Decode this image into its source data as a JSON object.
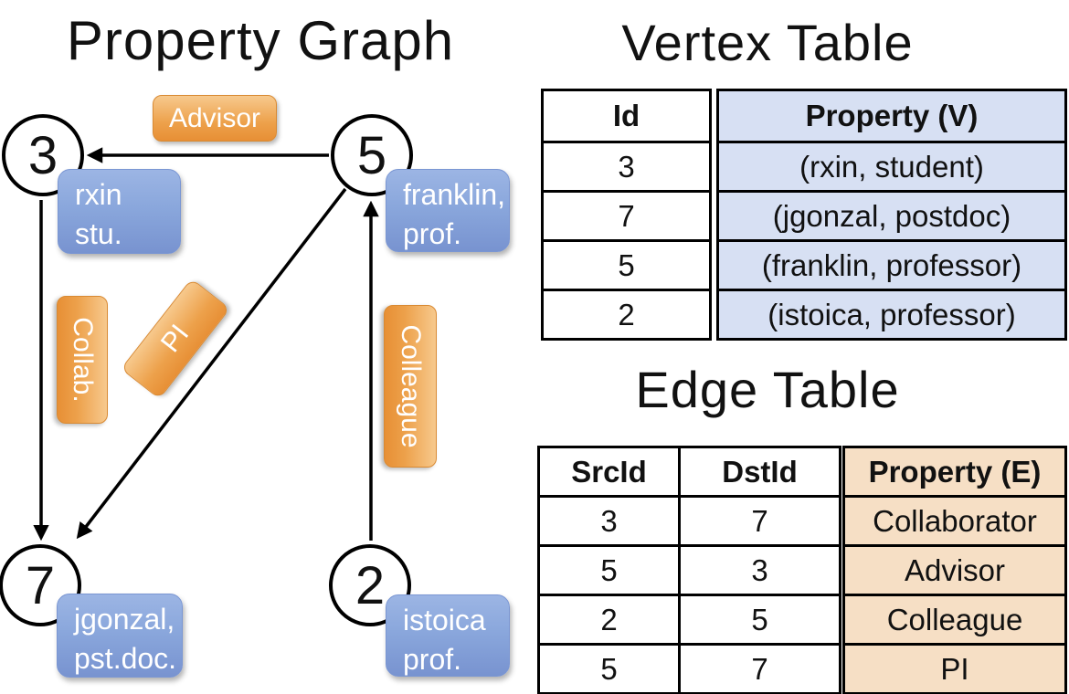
{
  "titles": {
    "graph": "Property Graph",
    "vertex_table": "Vertex Table",
    "edge_table": "Edge Table"
  },
  "graph": {
    "nodes": [
      {
        "id": "3",
        "property": {
          "line1": "rxin",
          "line2": "stu."
        }
      },
      {
        "id": "5",
        "property": {
          "line1": "franklin,",
          "line2": "prof."
        }
      },
      {
        "id": "7",
        "property": {
          "line1": "jgonzal,",
          "line2": "pst.doc."
        }
      },
      {
        "id": "2",
        "property": {
          "line1": "istoica",
          "line2": "prof."
        }
      }
    ],
    "edge_labels": {
      "advisor": "Advisor",
      "collab": "Collab.",
      "pi": "PI",
      "colleague": "Colleague"
    }
  },
  "vertex_table": {
    "columns": {
      "id": "Id",
      "property": "Property (V)"
    },
    "rows": [
      {
        "id": "3",
        "property": "(rxin, student)"
      },
      {
        "id": "7",
        "property": "(jgonzal, postdoc)"
      },
      {
        "id": "5",
        "property": "(franklin, professor)"
      },
      {
        "id": "2",
        "property": "(istoica, professor)"
      }
    ]
  },
  "edge_table": {
    "columns": {
      "src": "SrcId",
      "dst": "DstId",
      "property": "Property (E)"
    },
    "rows": [
      {
        "src": "3",
        "dst": "7",
        "property": "Collaborator"
      },
      {
        "src": "5",
        "dst": "3",
        "property": "Advisor"
      },
      {
        "src": "2",
        "dst": "5",
        "property": "Colleague"
      },
      {
        "src": "5",
        "dst": "7",
        "property": "PI"
      }
    ]
  },
  "colors": {
    "edge_label_orange": "#EDA14B",
    "edge_table_fill": "#F6DFC5",
    "vertex_property_fill": "#D7E0F3",
    "property_box_blue": "#8AA7DC",
    "lines": "#000000"
  }
}
